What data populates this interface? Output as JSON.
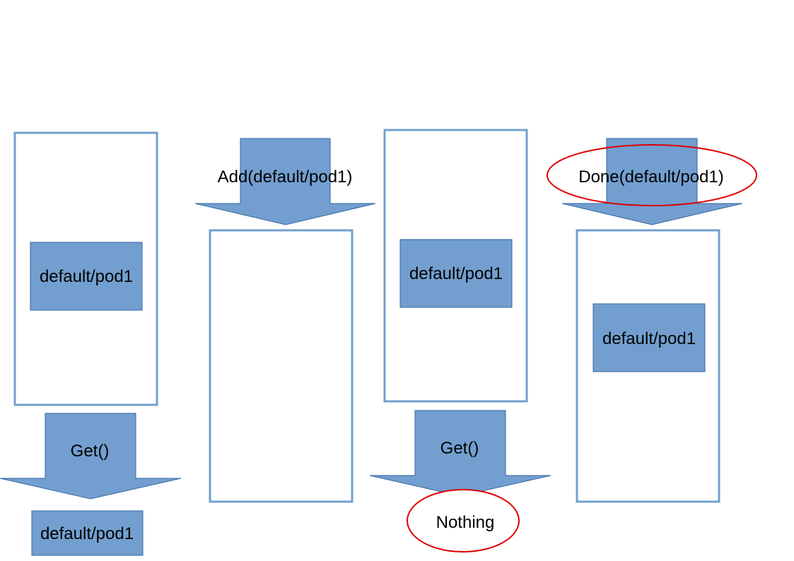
{
  "colors": {
    "item_fill": "#729fcf",
    "item_stroke": "#3465a4",
    "frame_stroke": "#729fcf",
    "highlight": "#e00000"
  },
  "panel1": {
    "queue_item": "default/pod1",
    "arrow_label": "Get()",
    "result": "default/pod1"
  },
  "panel2": {
    "arrow_label": "Add(default/pod1)"
  },
  "panel3": {
    "queue_item": "default/pod1",
    "arrow_label": "Get()",
    "result": "Nothing"
  },
  "panel4": {
    "arrow_label": "Done(default/pod1)",
    "queue_item": "default/pod1"
  }
}
